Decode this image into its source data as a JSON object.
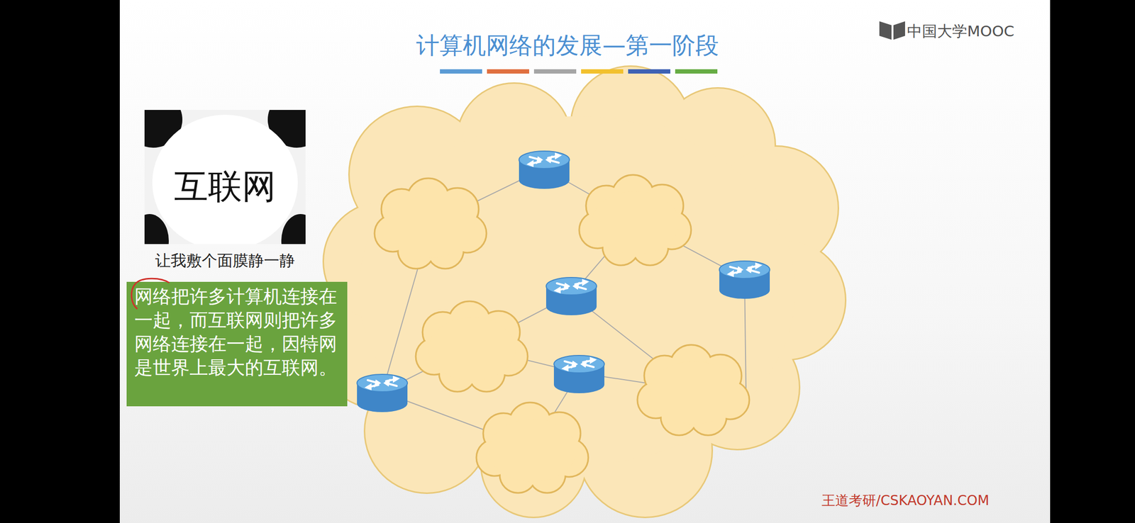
{
  "diagram": {
    "title": "计算机网络的发展—第一阶段",
    "nodes": [
      {
        "text": [
          "互联网",
          "让我敷个面膜静一静"
        ]
      },
      {
        "text": [
          "网络把许多计算机连接在一起，而互联网则把许多网络连接在一起，因特网是世界上最大的互联网。"
        ]
      }
    ],
    "labels": [
      "中国大学MOOC",
      "王道考研/CSKAOYAN.COM"
    ]
  }
}
